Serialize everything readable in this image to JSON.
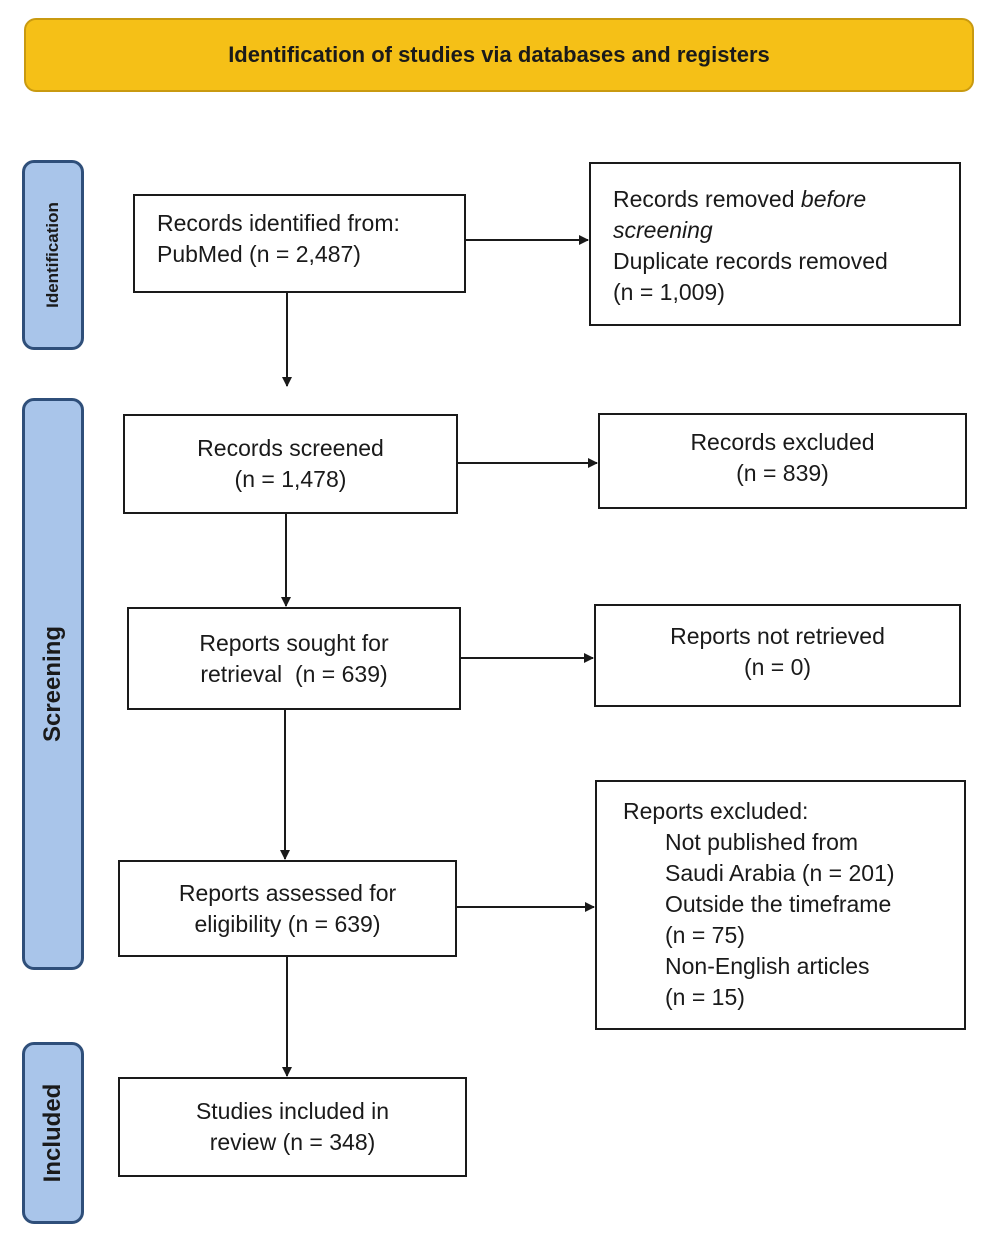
{
  "header": {
    "title": "Identification of studies via databases and registers"
  },
  "phases": {
    "identification": "Identification",
    "screening": "Screening",
    "included": "Included"
  },
  "boxes": {
    "identified": {
      "line1": "Records identified from:",
      "line2": "PubMed (n = 2,487)"
    },
    "removed": {
      "line1_a": "Records removed ",
      "line1_b": "before",
      "line2": "screening",
      "line3": "Duplicate records removed",
      "line4": "(n = 1,009)"
    },
    "screened": {
      "line1": "Records screened",
      "line2": "(n = 1,478)"
    },
    "excluded": {
      "line1": "Records excluded",
      "line2": "(n = 839)"
    },
    "sought": {
      "line1": "Reports sought for",
      "line2": "retrieval  (n = 639)"
    },
    "not_retrieved": {
      "line1": "Reports not retrieved",
      "line2": "(n = 0)"
    },
    "assessed": {
      "line1": "Reports assessed for",
      "line2": "eligibility (n = 639)"
    },
    "reports_excluded": {
      "title": "Reports excluded:",
      "reasons": [
        "Not published from",
        "Saudi Arabia (n = 201)",
        "Outside the timeframe",
        "(n = 75)",
        "Non-English articles",
        "(n = 15)"
      ]
    },
    "included": {
      "line1": "Studies included in",
      "line2": "review (n = 348)"
    }
  },
  "colors": {
    "header_fill": "#f5c017",
    "phase_fill": "#a9c5ea",
    "phase_border": "#2f4f7a",
    "box_border": "#1a1a1a"
  }
}
